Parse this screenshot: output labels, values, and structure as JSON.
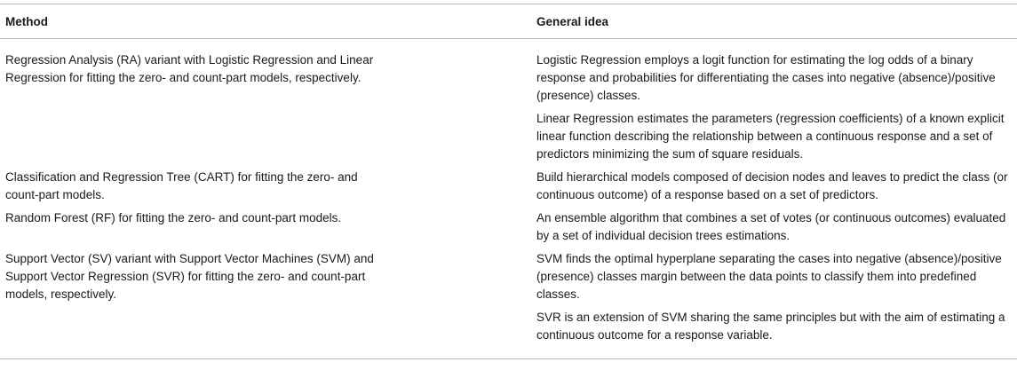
{
  "header": {
    "method": "Method",
    "idea": "General idea"
  },
  "rows": [
    {
      "method": "Regression Analysis (RA) variant with Logistic Regression and Linear Regression for fitting the zero- and count-part models, respectively.",
      "ideas": [
        "Logistic Regression employs a logit function for estimating the log odds of a binary response and probabilities for differentiating the cases into negative (absence)/positive (presence) classes.",
        "Linear Regression estimates the parameters (regression coefficients) of a known explicit linear function describing the relationship between a continuous response and a set of predictors minimizing the sum of square residuals."
      ]
    },
    {
      "method": "Classification and Regression Tree (CART) for fitting the zero- and count-part models.",
      "ideas": [
        "Build hierarchical models composed of decision nodes and leaves to predict the class (or continuous outcome) of a response based on a set of predictors."
      ]
    },
    {
      "method": "Random Forest (RF) for fitting the zero- and count-part models.",
      "ideas": [
        "An ensemble algorithm that combines a set of votes (or continuous outcomes) evaluated by a set of individual decision trees estimations."
      ]
    },
    {
      "method": "Support Vector (SV) variant with Support Vector Machines (SVM) and Support Vector Regression (SVR) for fitting the zero- and count-part models, respectively.",
      "ideas": [
        "SVM finds the optimal hyperplane separating the cases into negative (absence)/positive (presence) classes margin between the data points to classify them into predefined classes.",
        "SVR is an extension of SVM sharing the same principles but with the aim of estimating a continuous outcome for a response variable."
      ]
    }
  ]
}
